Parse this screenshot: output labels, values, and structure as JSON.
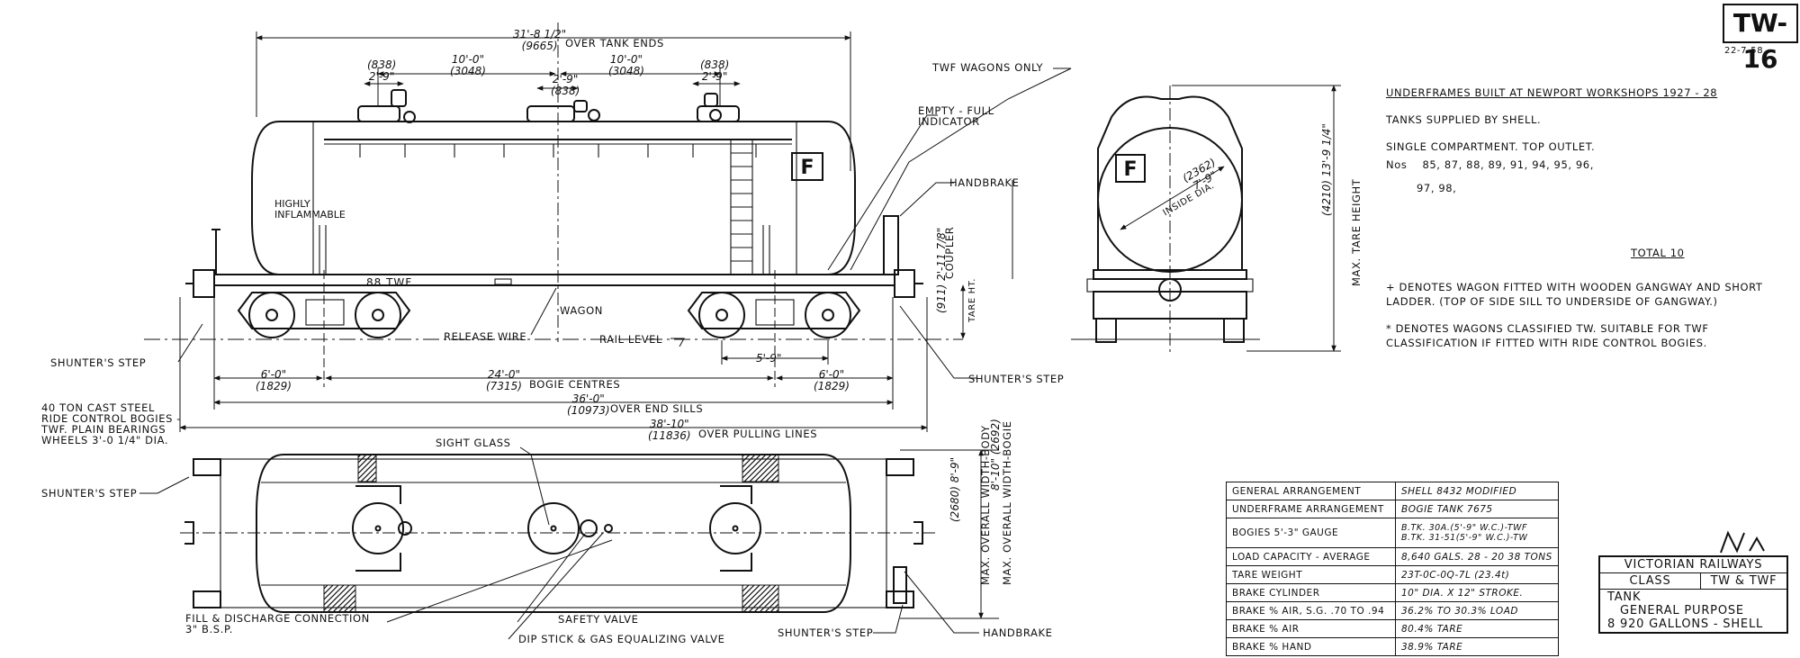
{
  "drawing": {
    "number": "TW-16",
    "date": "22-7-58",
    "signature": "N.M."
  },
  "side_view": {
    "placard": "F",
    "wagon_marking": "88 TWF",
    "tank_warning": [
      "HIGHLY",
      "INFLAMMABLE"
    ],
    "dims": {
      "over_tank_ends": "31'-8 1/2\"",
      "over_tank_ends_mm": "(9665)",
      "over_tank_ends_label": "OVER TANK ENDS",
      "dome_spacing_left": "10'-0\"",
      "dome_spacing_left_mm": "(3048)",
      "dome_spacing_right": "10'-0\"",
      "dome_spacing_right_mm": "(3048)",
      "dome_width_left": "2'-9\"",
      "dome_width_left_mm": "(838)",
      "dome_width_mid": "2'-9\"",
      "dome_width_mid_mm": "(838)",
      "dome_width_right": "2'-9\"",
      "dome_width_right_mm": "(838)",
      "overhang_left": "6'-0\"",
      "overhang_left_mm": "(1829)",
      "bogie_centres": "24'-0\"",
      "bogie_centres_mm": "(7315)",
      "bogie_centres_label": "BOGIE CENTRES",
      "overhang_right": "6'-0\"",
      "overhang_right_mm": "(1829)",
      "bogie_wheelbase": "5'-9\"",
      "over_end_sills": "36'-0\"",
      "over_end_sills_mm": "(10973)",
      "over_end_sills_label": "OVER END SILLS",
      "over_pulling_lines": "38'-10\"",
      "over_pulling_lines_mm": "(11836)",
      "over_pulling_lines_label": "OVER PULLING LINES",
      "coupler_height": "2'-11 7/8\"",
      "coupler_height_mm": "(911)",
      "coupler_height_label": "TARE HT."
    },
    "callouts": {
      "twf_only": "TWF WAGONS ONLY",
      "empty_full": [
        "EMPTY - FULL",
        "INDICATOR"
      ],
      "handbrake": "HANDBRAKE",
      "coupler": "COUPLER",
      "wagon_cl": "WAGON",
      "release_wire": "RELEASE WIRE",
      "rail_level": "RAIL LEVEL",
      "shunters_step_left": "SHUNTER'S STEP",
      "shunters_step_right": "SHUNTER'S STEP"
    },
    "bogie_note": [
      "40 TON CAST STEEL",
      "RIDE CONTROL BOGIES -",
      "TWF.  PLAIN BEARINGS",
      "WHEELS 3'-0 1/4\" DIA."
    ]
  },
  "end_view": {
    "placard": "F",
    "inside_dia": "7'-9\"",
    "inside_dia_mm": "(2362)",
    "inside_dia_label": "INSIDE DIA.",
    "max_tare_height": "13'-9 1/4\"",
    "max_tare_height_mm": "(4210)",
    "max_tare_height_label": "MAX. TARE HEIGHT"
  },
  "plan_view": {
    "callouts": {
      "sight_glass": "SIGHT GLASS",
      "shunters_step": "SHUNTER'S STEP",
      "fill_discharge": "FILL & DISCHARGE CONNECTION",
      "fill_discharge_size": "3\" B.S.P.",
      "safety_valve": "SAFETY VALVE",
      "dip_stick": "DIP STICK & GAS  EQUALIZING VALVE",
      "shunters_step_bottom": "SHUNTER'S STEP",
      "handbrake": "HANDBRAKE"
    },
    "dims": {
      "width_body": "8'-9\"",
      "width_body_mm": "(2680)",
      "width_body_label": "MAX. OVERALL WIDTH-BODY",
      "width_bogie": "8'-10\"",
      "width_bogie_mm": "(2692)",
      "width_bogie_label": "MAX. OVERALL WIDTH-BOGIE"
    }
  },
  "notes": {
    "built": "UNDERFRAMES BUILT AT NEWPORT WORKSHOPS  1927 - 28",
    "tanks": "TANKS SUPPLIED BY SHELL.",
    "compartment": "SINGLE COMPARTMENT.   TOP OUTLET.",
    "nos_label": "Nos",
    "numbers_row1": "85,    87,    88,    89,    91,    94,    95,    96,",
    "numbers_row2": "97,    98,",
    "total": "TOTAL  10",
    "plus_note": [
      "+ DENOTES WAGON FITTED WITH WOODEN GANGWAY AND SHORT",
      "  LADDER.  (TOP OF SIDE SILL TO UNDERSIDE OF GANGWAY.)"
    ],
    "star_note": [
      "* DENOTES WAGONS CLASSIFIED TW. SUITABLE FOR TWF",
      "  CLASSIFICATION IF FITTED WITH RIDE CONTROL BOGIES."
    ]
  },
  "spec_table": [
    {
      "key": "GENERAL ARRANGEMENT",
      "value": "SHELL  8432  MODIFIED"
    },
    {
      "key": "UNDERFRAME ARRANGEMENT",
      "value": "BOGIE  TANK  7675"
    },
    {
      "key": "BOGIES  5'-3\" GAUGE",
      "value": "B.TK. 30A.(5'-9\" W.C.)-TWF  B.TK. 31-51(5'-9\" W.C.)-TW"
    },
    {
      "key": "LOAD CAPACITY - AVERAGE",
      "value": "8,640 GALS.  28 - 20  38 TONS"
    },
    {
      "key": "TARE WEIGHT",
      "value": "23T-0C-0Q-7L (23.4t)"
    },
    {
      "key": "BRAKE CYLINDER",
      "value": "10\" DIA. X 12\" STROKE."
    },
    {
      "key": "BRAKE % AIR, S.G. .70 TO .94",
      "value": "36.2% TO 30.3% LOAD"
    },
    {
      "key": "BRAKE % AIR",
      "value": "80.4% TARE"
    },
    {
      "key": "BRAKE % HAND",
      "value": "38.9% TARE"
    }
  ],
  "title_block": {
    "railway": "VICTORIAN RAILWAYS",
    "class_label": "CLASS",
    "class_value": "TW & TWF",
    "desc_line1": "TANK",
    "desc_line2": "GENERAL PURPOSE",
    "desc_line3": "8 920 GALLONS - SHELL"
  }
}
